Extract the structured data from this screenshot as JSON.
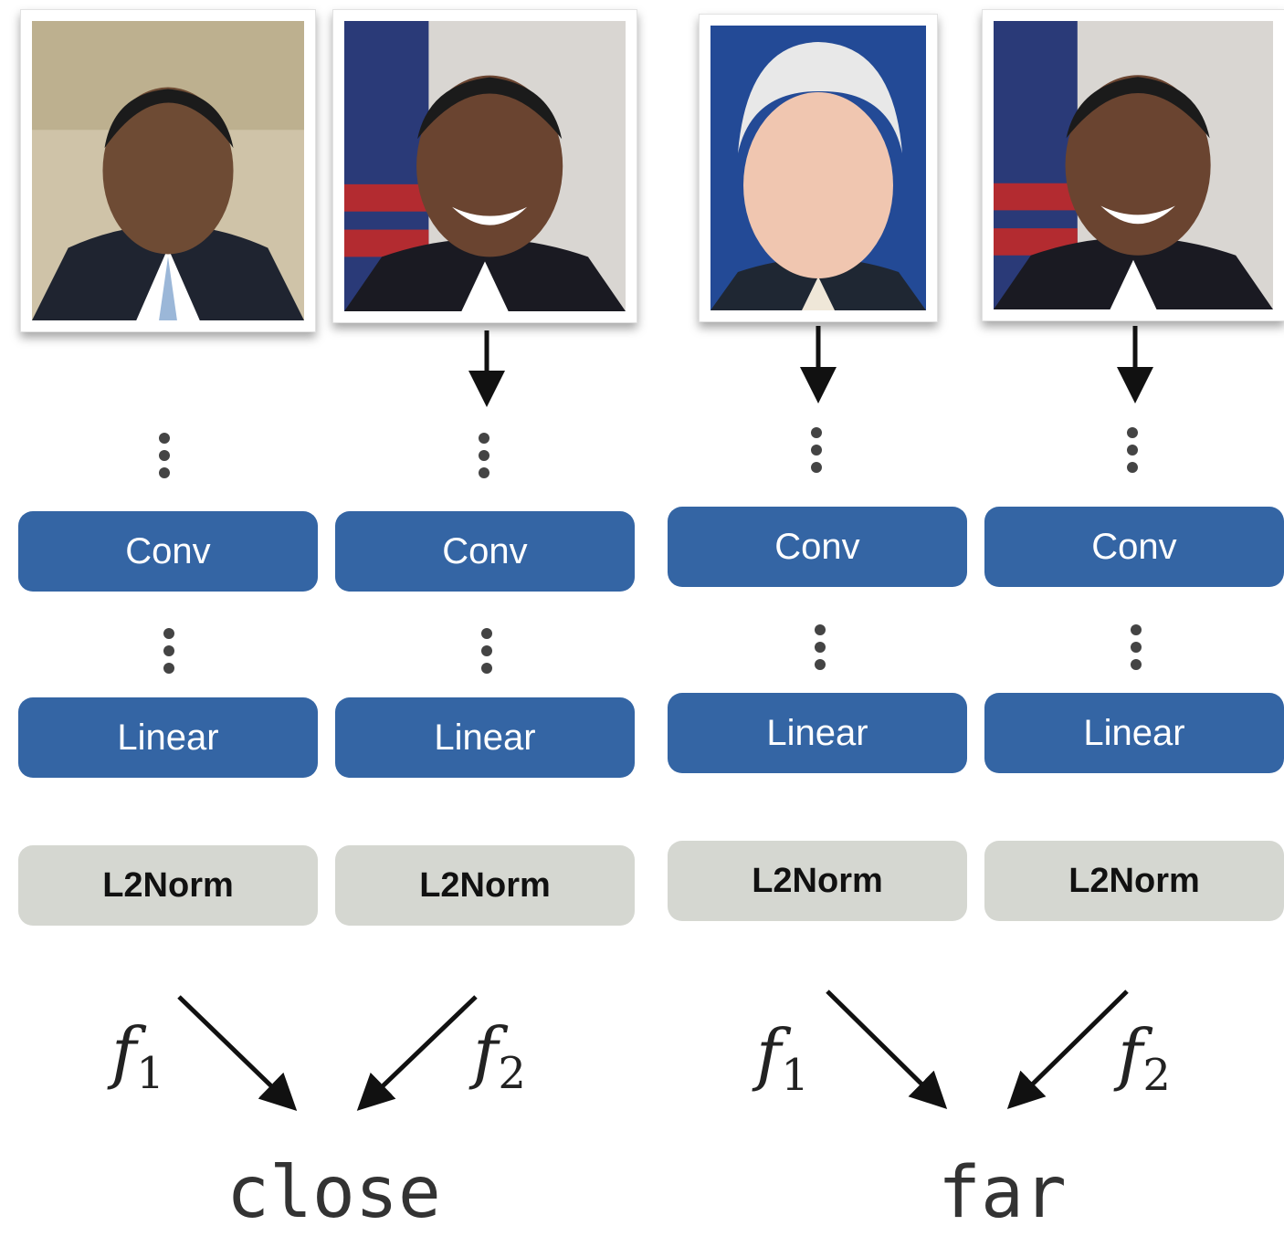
{
  "columns": [
    {
      "block_conv": "Conv",
      "block_linear": "Linear",
      "block_norm": "L2Norm",
      "photo": "person-a-serious"
    },
    {
      "block_conv": "Conv",
      "block_linear": "Linear",
      "block_norm": "L2Norm",
      "photo": "person-a-smiling"
    },
    {
      "block_conv": "Conv",
      "block_linear": "Linear",
      "block_norm": "L2Norm",
      "photo": "person-b"
    },
    {
      "block_conv": "Conv",
      "block_linear": "Linear",
      "block_norm": "L2Norm",
      "photo": "person-a-smiling"
    }
  ],
  "pairs": [
    {
      "f1_symbol": "f",
      "f1_sub": "1",
      "f2_symbol": "f",
      "f2_sub": "2",
      "result": "close"
    },
    {
      "f1_symbol": "f",
      "f1_sub": "1",
      "f2_symbol": "f",
      "f2_sub": "2",
      "result": "far"
    }
  ],
  "colors": {
    "block_blue": "#3465a4",
    "block_gray": "#d5d7d1",
    "arrow": "#111111"
  }
}
